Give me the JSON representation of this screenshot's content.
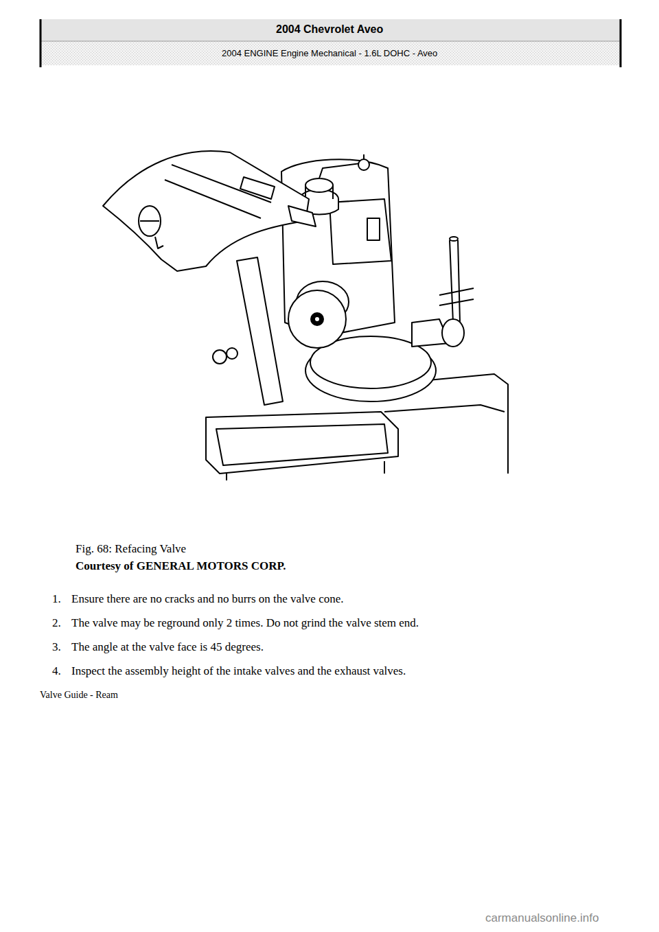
{
  "diagram": {
    "title": "2004 Chevrolet Aveo",
    "caption": "Fig. 68: Refacing Valve",
    "labels": [
      "2004 ENGINE Engine Mechanical - 1.6L DOHC - Aveo",
      "Courtesy of GENERAL MOTORS CORP.",
      "1.",
      "Ensure there are no cracks and no burrs on the valve cone.",
      "2.",
      "The valve may be reground only 2 times. Do not grind the valve stem end.",
      "3.",
      "The angle at the valve face is 45 degrees.",
      "4.",
      "Inspect the assembly height of the intake valves and the exhaust valves.",
      "Valve Guide - Ream",
      "carmanualsonline.info"
    ]
  }
}
